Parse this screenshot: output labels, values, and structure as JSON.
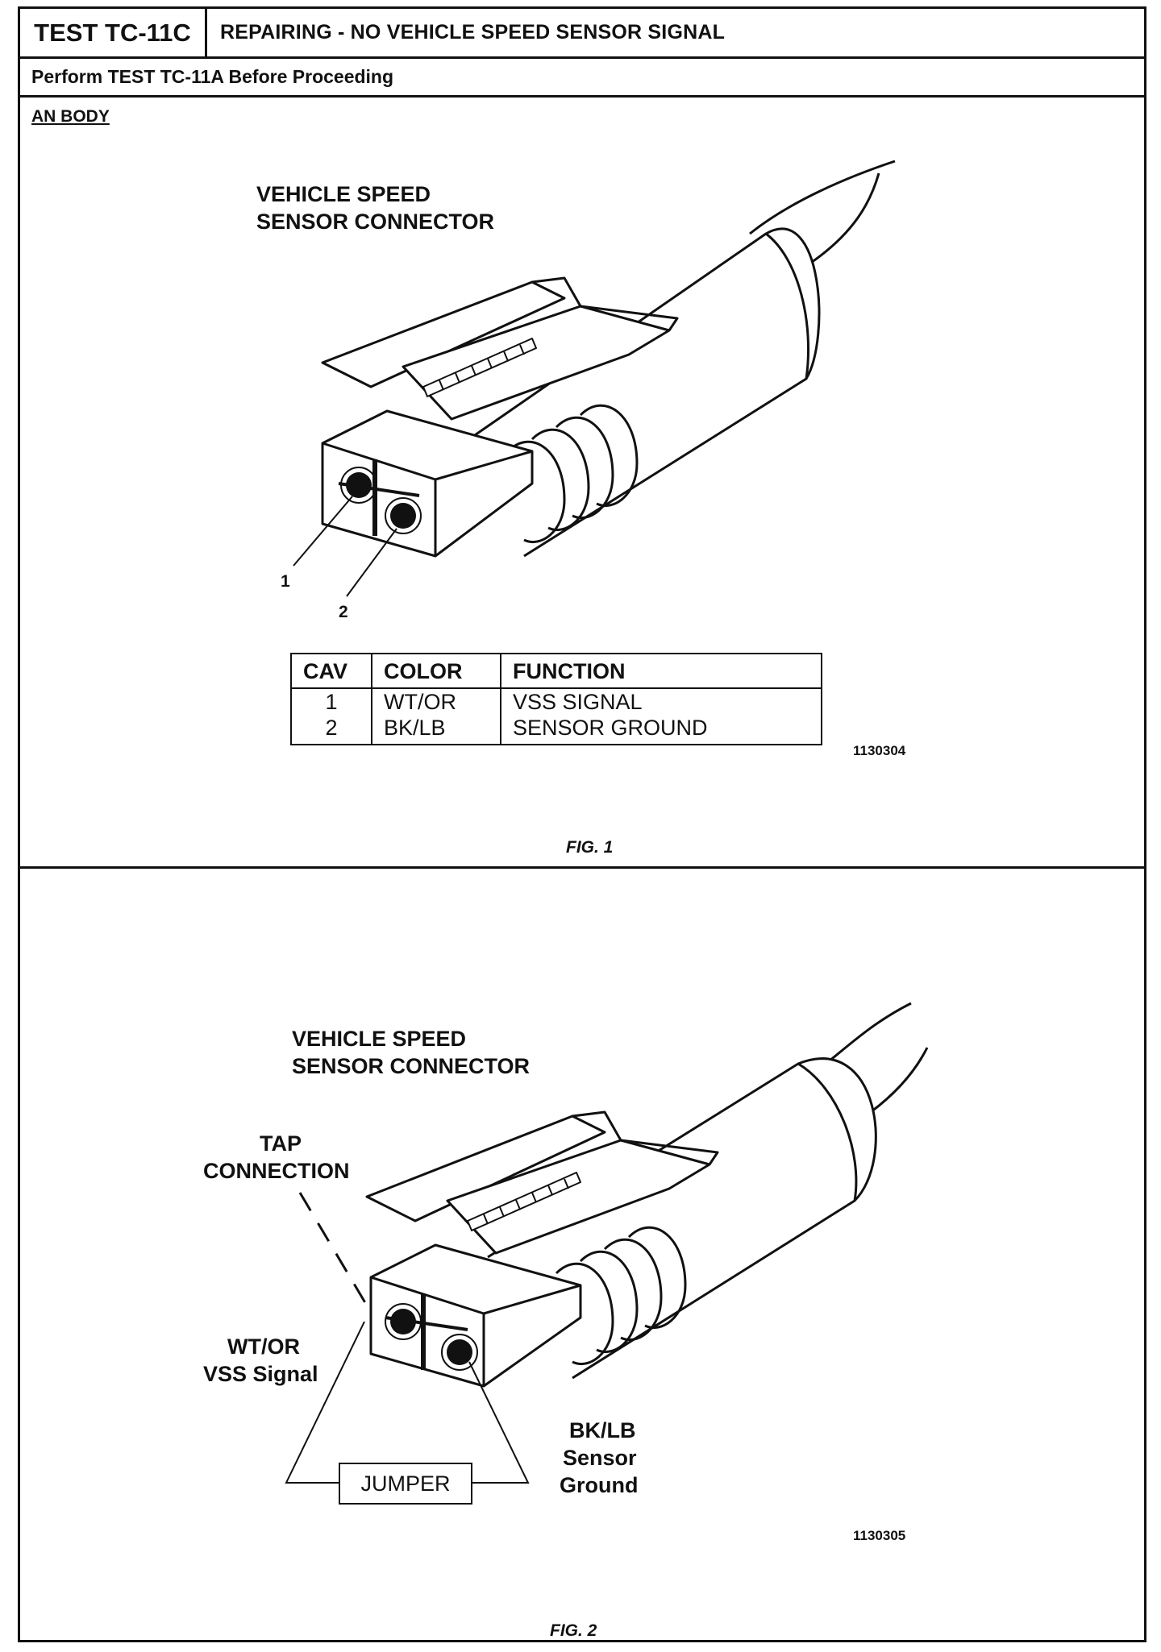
{
  "header": {
    "test_id": "TEST TC-11C",
    "title": "REPAIRING - NO VEHICLE SPEED SENSOR SIGNAL",
    "prerequisite": "Perform TEST TC-11A Before Proceeding"
  },
  "body_label": "AN BODY",
  "fig1": {
    "label_line1": "VEHICLE SPEED",
    "label_line2": "SENSOR CONNECTOR",
    "pin1": "1",
    "pin2": "2",
    "ref": "1130304",
    "caption": "FIG. 1",
    "table": {
      "headers": [
        "CAV",
        "COLOR",
        "FUNCTION"
      ],
      "rows": [
        [
          "1",
          "WT/OR",
          "VSS SIGNAL"
        ],
        [
          "2",
          "BK/LB",
          "SENSOR GROUND"
        ]
      ]
    }
  },
  "fig2": {
    "label_line1": "VEHICLE SPEED",
    "label_line2": "SENSOR CONNECTOR",
    "tap_line1": "TAP",
    "tap_line2": "CONNECTION",
    "wtor_line1": "WT/OR",
    "wtor_line2": "VSS Signal",
    "bklb_line1": "BK/LB",
    "bklb_line2": "Sensor",
    "bklb_line3": "Ground",
    "jumper": "JUMPER",
    "ref": "1130305",
    "caption": "FIG. 2"
  }
}
